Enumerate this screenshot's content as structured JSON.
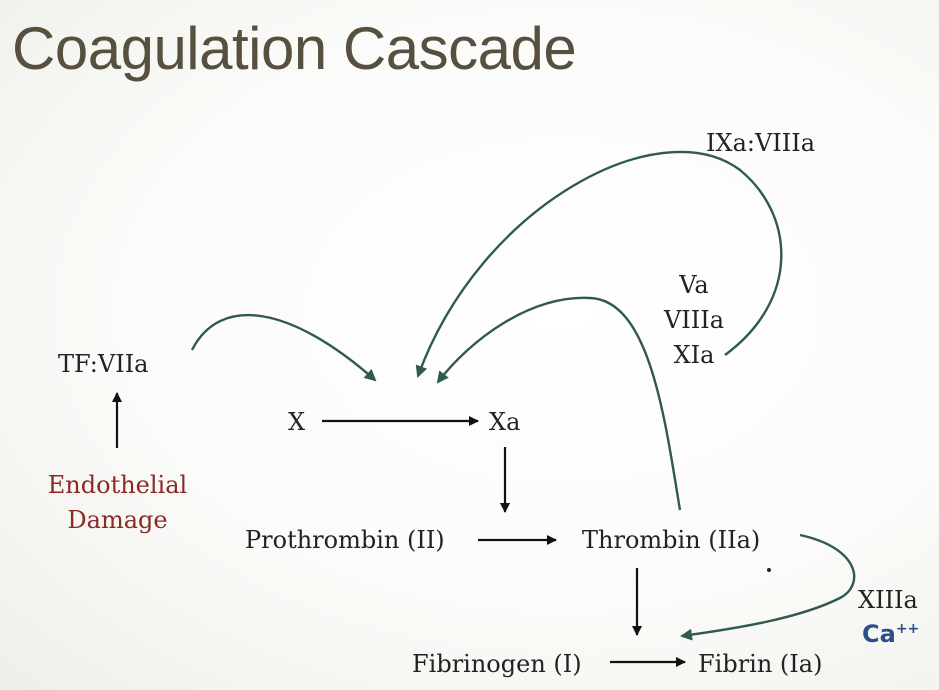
{
  "title": "Coagulation Cascade",
  "nodes": {
    "tf_viia": "TF:VIIa",
    "endothelial_line1": "Endothelial",
    "endothelial_line2": "Damage",
    "x": "X",
    "xa": "Xa",
    "prothrombin": "Prothrombin (II)",
    "thrombin": "Thrombin (IIa)",
    "fibrinogen": "Fibrinogen (I)",
    "fibrin": "Fibrin (Ia)",
    "ixa_viiia": "IXa:VIIIa",
    "va": "Va",
    "viiia": "VIIIa",
    "xia": "XIa",
    "xiiia": "XIIIa",
    "ca": "Ca",
    "ca_charge": "++"
  },
  "colors": {
    "title": "#57503f",
    "curve": "#2f5a4c",
    "arrow": "#111111",
    "endothelial": "#8b2a24",
    "calcium": "#2b4f8a"
  }
}
